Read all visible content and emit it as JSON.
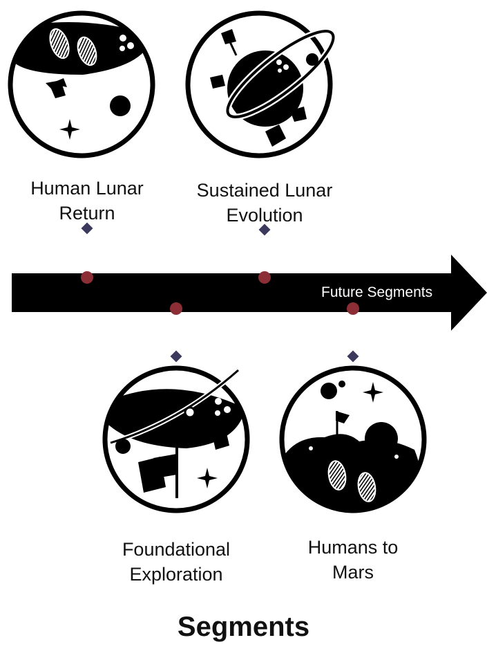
{
  "title": "Segments",
  "timeline": {
    "label": "Future Segments",
    "colors": {
      "arrow": "#000000",
      "connector_top": "#8b2e35",
      "connector_bottom": "#3c3a5c"
    }
  },
  "segments": [
    {
      "id": "human-lunar-return",
      "label": "Human Lunar\nReturn",
      "side": "above",
      "icon": "moon-surface-footprints-icon"
    },
    {
      "id": "sustained-lunar-evolution",
      "label": "Sustained Lunar\nEvolution",
      "side": "above",
      "icon": "moon-orbit-flags-icon"
    },
    {
      "id": "foundational-exploration",
      "label": "Foundational\nExploration",
      "side": "below",
      "icon": "moon-orbit-flag-icon"
    },
    {
      "id": "humans-to-mars",
      "label": "Humans to\nMars",
      "side": "below",
      "icon": "mars-surface-footprints-icon"
    }
  ]
}
